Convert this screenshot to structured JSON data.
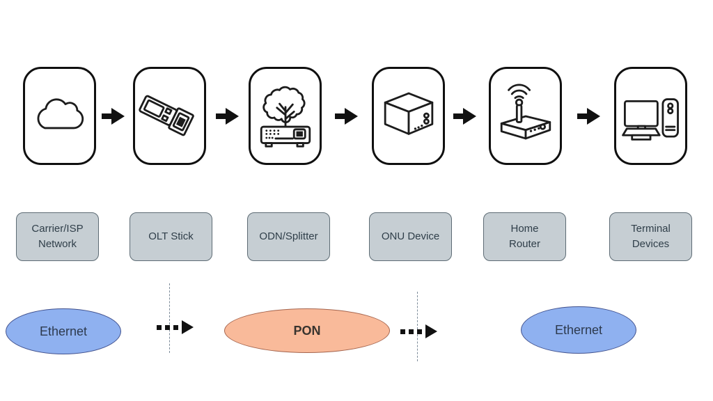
{
  "diagram": {
    "type": "network-flow-diagram",
    "nodes": [
      {
        "label": "Carrier/ISP Network",
        "icon": "cloud-icon"
      },
      {
        "label": "OLT Stick",
        "icon": "sfp-transceiver-icon"
      },
      {
        "label": "ODN/Splitter",
        "icon": "tree-splitter-icon"
      },
      {
        "label": "ONU Device",
        "icon": "cube-icon"
      },
      {
        "label": "Home Router",
        "icon": "wifi-router-icon"
      },
      {
        "label": "Terminal Devices",
        "icon": "desktop-computer-icon"
      }
    ],
    "segments": [
      {
        "label": "Ethernet",
        "fill": "#8fb1f0",
        "border": "#41518d",
        "shape": "ellipse"
      },
      {
        "label": "PON",
        "fill": "#f9ba9a",
        "border": "#a5654e",
        "shape": "ellipse"
      },
      {
        "label": "Ethernet",
        "fill": "#8fb1f0",
        "border": "#41518d",
        "shape": "ellipse"
      }
    ],
    "colors": {
      "background": "#ffffff",
      "device_box_border": "#101010",
      "label_box_fill": "#c6ced3",
      "label_box_border": "#5d6b74",
      "label_text": "#2f3e49",
      "arrow": "#111111",
      "divider_line": "#7c8b99"
    }
  }
}
